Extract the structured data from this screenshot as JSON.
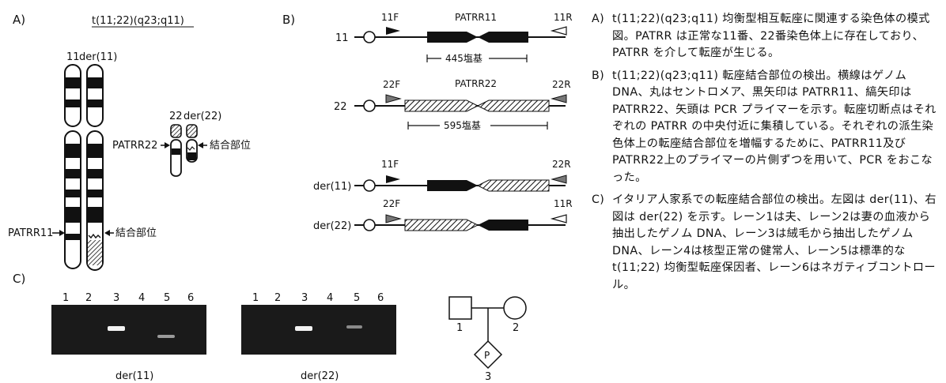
{
  "panels": {
    "a": {
      "label": "A)",
      "title": "t(11;22)(q23;q11)",
      "chr11": "11",
      "der11": "der(11)",
      "chr22": "22",
      "der22": "der(22)",
      "patrr22": "PATRR22",
      "patrr11": "PATRR11",
      "junction_label": "結合部位"
    },
    "b": {
      "label": "B)",
      "rows": [
        {
          "name": "11",
          "primer_left": "11F",
          "primer_right": "11R",
          "element": "PATRR11",
          "size": "445塩基"
        },
        {
          "name": "22",
          "primer_left": "22F",
          "primer_right": "22R",
          "element": "PATRR22",
          "size": "595塩基"
        },
        {
          "name": "der(11)",
          "primer_left": "11F",
          "primer_right": "22R"
        },
        {
          "name": "der(22)",
          "primer_left": "22F",
          "primer_right": "11R"
        }
      ]
    },
    "c": {
      "label": "C)",
      "lanes": [
        "1",
        "2",
        "3",
        "4",
        "5",
        "6"
      ],
      "gel_left_caption": "der(11)",
      "gel_right_caption": "der(22)",
      "pedigree": {
        "father": "1",
        "mother": "2",
        "fetus_symbol": "P",
        "fetus": "3"
      }
    }
  },
  "legend": [
    {
      "tag": "A)",
      "text": "t(11;22)(q23;q11) 均衡型相互転座に関連する染色体の模式図。PATRR は正常な11番、22番染色体上に存在しており、PATRR を介して転座が生じる。"
    },
    {
      "tag": "B)",
      "text": "t(11;22)(q23;q11) 転座結合部位の検出。横線はゲノム DNA、丸はセントロメア、黒矢印は PATRR11、縞矢印は PATRR22、矢頭は PCR プライマーを示す。転座切断点はそれぞれの PATRR の中央付近に集積している。それぞれの派生染色体上の転座結合部位を増幅するために、PATRR11及び PATRR22上のプライマーの片側ずつを用いて、PCR をおこなった。"
    },
    {
      "tag": "C)",
      "text": "イタリア人家系での転座結合部位の検出。左図は der(11)、右図は der(22) を示す。レーン1は夫、レーン2は妻の血液から抽出したゲノム DNA、レーン3は絨毛から抽出したゲノム DNA、レーン4は核型正常の健常人、レーン5は標準的な t(11;22) 均衡型転座保因者、レーン6はネガティブコントロール。"
    }
  ]
}
